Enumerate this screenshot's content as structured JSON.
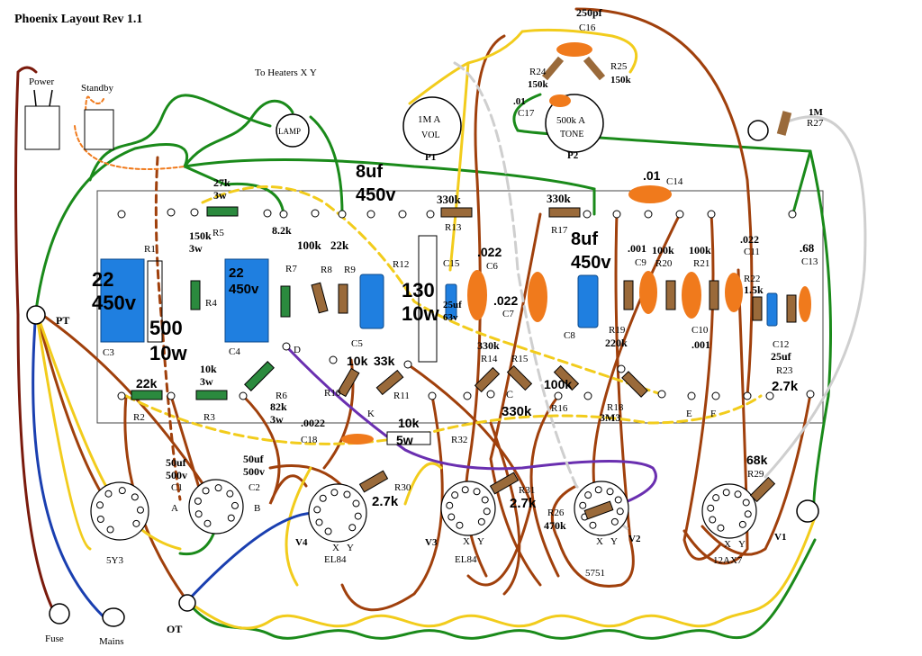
{
  "title": "Phoenix Layout Rev 1.1",
  "heaters_label": "To Heaters X Y",
  "lamp_label": "LAMP",
  "power_label": "Power",
  "standby_label": "Standby",
  "fuse_label": "Fuse",
  "mains_label": "Mains",
  "pt_label": "PT",
  "ot_label": "OT",
  "pots": {
    "vol": {
      "value": "1M A",
      "name": "VOL",
      "ref": "P1"
    },
    "tone": {
      "value": "500k A",
      "name": "TONE",
      "ref": "P2"
    }
  },
  "top_parts": {
    "c16_value": "250pf",
    "c16_ref": "C16",
    "r24_ref": "R24",
    "r24_value": "150k",
    "r25_ref": "R25",
    "r25_value": "150k",
    "c17_value": ".01",
    "c17_ref": "C17",
    "r27_value": "1M",
    "r27_ref": "R27"
  },
  "board": {
    "c3_big": "22\n450v",
    "c3_ref": "C3",
    "r1_ref": "R1",
    "r1_big": "500\n10w",
    "r4_value": "150k\n3w",
    "r4_ref": "R4",
    "r5_value": "27k\n3w",
    "r5_ref": "R5",
    "c4_big": "22\n450v",
    "c4_ref": "C4",
    "r7_value": "8.2k",
    "r7_ref": "R7",
    "r8_value": "100k",
    "r8_ref": "R8",
    "r9_value": "22k",
    "r9_ref": "R9",
    "cap8uf_1": "8uf\n450v",
    "c5_ref": "C5",
    "r12_ref": "R12",
    "r12_big": "130\n10w",
    "r13_value": "330k",
    "r13_ref": "R13",
    "c15_ref": "C15",
    "c15_value": "25uf\n63v",
    "c6_value": ".022",
    "c6_ref": "C6",
    "c7_value": ".022",
    "c7_ref": "C7",
    "r17_value": "330k",
    "r17_ref": "R17",
    "cap8uf_2": "8uf\n450v",
    "c8_ref": "C8",
    "c14_value": ".01",
    "c14_ref": "C14",
    "c9_value": ".001",
    "c9_ref": "C9",
    "r20_value": "100k",
    "r20_ref": "R20",
    "r21_value": "100k",
    "r21_ref": "R21",
    "c11_value": ".022",
    "c11_ref": "C11",
    "c13_value": ".68",
    "c13_ref": "C13",
    "r22_ref": "R22",
    "r22_value": "1.5k",
    "c10_ref": "C10",
    "c10_value": ".001",
    "c12_ref": "C12",
    "c12_value": "25uf",
    "r23_ref": "R23",
    "r23_value": "2.7k",
    "r19_ref": "R19",
    "r19_value": "220k",
    "r2_value": "22k",
    "r2_ref": "R2",
    "r3_value": "10k\n3w",
    "r3_ref": "R3",
    "r6_ref": "R6",
    "r6_value": "82k\n3w",
    "node_d": "D",
    "r10_value": "10k",
    "r10_ref": "R10",
    "r11_value": "33k",
    "r11_ref": "R11",
    "node_k": "K",
    "r14_value": "330k",
    "r14_ref": "R14",
    "r15_ref": "R15",
    "node_c": "C",
    "r16_value": "330k",
    "r16_ref": "R16",
    "r18_value": "100k",
    "r18_ref": "R18",
    "r18_extra": "3M3",
    "node_e": "E",
    "node_f": "F",
    "c18_value": ".0022",
    "c18_ref": "C18",
    "r32_value": "10k",
    "r32_power": "5w",
    "r32_ref": "R32"
  },
  "lower": {
    "c1_value": "50uf\n500v",
    "c1_ref": "C1",
    "c2_value": "50uf\n500v",
    "c2_ref": "C2",
    "node_a": "A",
    "node_b": "B",
    "r30_ref": "R30",
    "r30_value": "2.7k",
    "r31_ref": "R31",
    "r31_value": "2.7k",
    "r26_ref": "R26",
    "r26_value": "470k",
    "r29_value": "68k",
    "r29_ref": "R29",
    "x": "X",
    "y": "Y"
  },
  "tubes": {
    "t5y3": {
      "name": "5Y3"
    },
    "v4": {
      "ref": "V4",
      "name": "EL84"
    },
    "v3": {
      "ref": "V3",
      "name": "EL84"
    },
    "v2": {
      "ref": "V2",
      "name": "5751"
    },
    "v1": {
      "ref": "V1",
      "name": "12AX7"
    }
  },
  "colors": {
    "green": "#1a8a1a",
    "brown": "#a0400c",
    "yellow": "#f2cc1c",
    "blue": "#1a3fb0",
    "purple": "#6a2fb0",
    "gray": "#cfcfcf",
    "cap_blue": "#1f7fe0",
    "cap_orange": "#f07a1c"
  }
}
